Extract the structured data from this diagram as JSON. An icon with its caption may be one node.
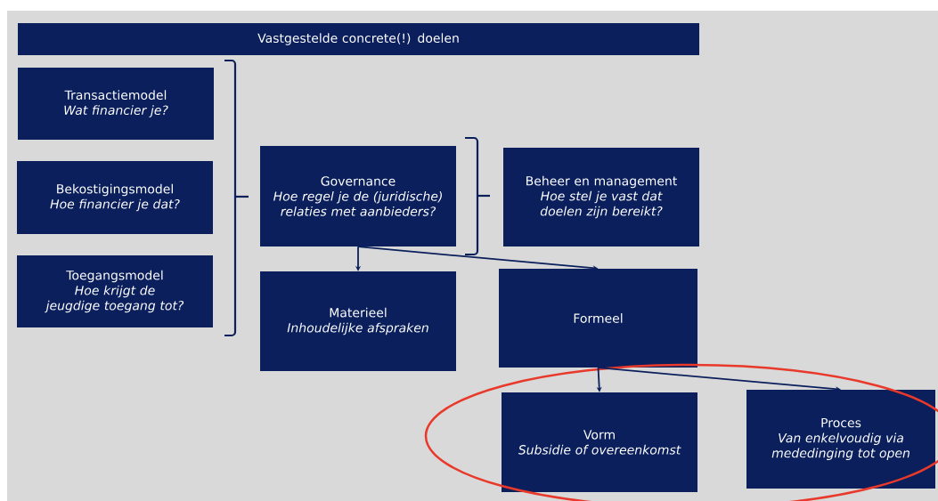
{
  "diagram": {
    "nodes": [
      {
        "text": [
          "Vastgestelde concrete(!) doelen"
        ]
      },
      {
        "text": [
          "Transactiemodel",
          "Wat financier je?"
        ]
      },
      {
        "text": [
          "Bekostigingsmodel",
          "Hoe financier je dat?"
        ]
      },
      {
        "text": [
          "Toegangsmodel",
          "Hoe krijgt de jeugdige toegang tot?"
        ]
      },
      {
        "text": [
          "Governance",
          "Hoe regel je de (juridische) relaties met aanbieders?"
        ]
      },
      {
        "text": [
          "Beheer en management",
          "Hoe stel je vast dat doelen zijn bereikt?"
        ]
      },
      {
        "text": [
          "Materieel",
          "Inhoudelijke afspraken"
        ]
      },
      {
        "text": [
          "Formeel"
        ]
      },
      {
        "text": [
          "Vorm",
          "Subsidie of overeenkomst"
        ]
      },
      {
        "text": [
          "Proces",
          "Van enkelvoudig via mededinging tot open"
        ]
      }
    ],
    "edges": [
      {
        "from": 4,
        "to": 6,
        "arrow": "to"
      },
      {
        "from": 4,
        "to": 7,
        "arrow": "to"
      },
      {
        "from": 7,
        "to": 8,
        "arrow": "to"
      },
      {
        "from": 7,
        "to": 9,
        "arrow": "to"
      }
    ]
  }
}
